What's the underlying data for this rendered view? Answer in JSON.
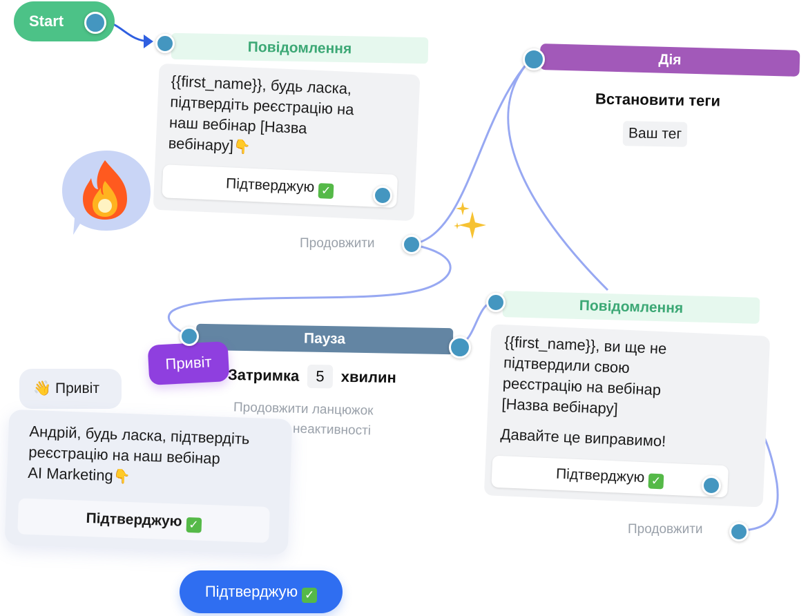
{
  "start": {
    "label": "Start"
  },
  "message_node_1": {
    "header": "Повідомлення",
    "text_lines": [
      "{{first_name}}, будь ласка,",
      "підтвердіть реєстрацію на",
      "наш вебінар [Назва",
      "вебінару]"
    ],
    "button_label": "Підтверджую",
    "continue_label": "Продовжити"
  },
  "action_node": {
    "header": "Дія",
    "title": "Встановити теги",
    "tag": "Ваш тег"
  },
  "pause_node": {
    "header": "Пауза",
    "delay_label": "Затримка",
    "delay_value": "5",
    "delay_unit": "хвилин",
    "note_line1": "Продовжити ланцюжок",
    "note_line2": "неактивності"
  },
  "message_node_2": {
    "header": "Повідомлення",
    "text_lines": [
      "{{first_name}}, ви ще не",
      "підтвердили свою",
      "реєстрацію на вебінар",
      "[Назва вебінару]"
    ],
    "text_extra": "Давайте це виправимо!",
    "button_label": "Підтверджую",
    "continue_label": "Продовжити"
  },
  "privit_tag": {
    "label": "Привіт"
  },
  "chat_preview": {
    "greeting": "Привіт",
    "message_lines": [
      "Андрій, будь ласка, підтвердіть",
      "реєстрацію на наш вебінар",
      "AI Marketing"
    ],
    "button_label": "Підтверджую"
  },
  "confirm_button": {
    "label": "Підтверджую"
  },
  "icons": {
    "fire": "fire-icon",
    "sparkles": "sparkles-icon",
    "check": "check-icon",
    "hand": "pointing-hand-icon",
    "wave": "waving-hand-icon"
  },
  "colors": {
    "start": "#4cc287",
    "message_header": "#3ca875",
    "action_header": "#a259b9",
    "pause_header": "#6385a3",
    "port": "#4496c0",
    "wire": "#97a8f2",
    "tag_purple": "#8f3fdf",
    "button_blue": "#2f6ef1"
  }
}
